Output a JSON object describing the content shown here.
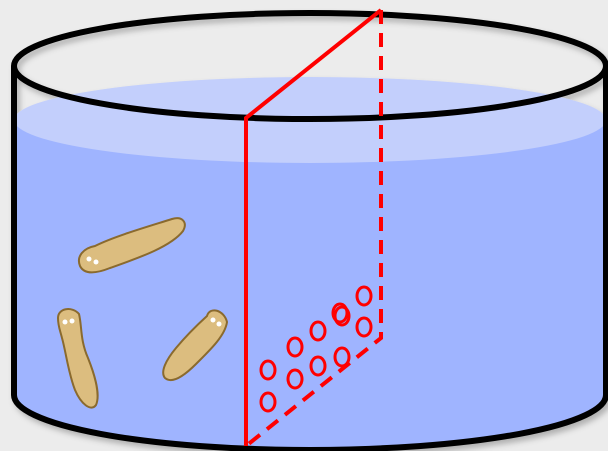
{
  "colors": {
    "background": "#ececec",
    "water": "#9fb4ff",
    "water_surface": "#c3cffc",
    "outline": "#000000",
    "divider": "#ff0000",
    "animal_fill": "#dcbd7f",
    "animal_outline": "#8a6a2e"
  },
  "scene": {
    "container": "cylindrical-tank",
    "contents": "water",
    "animals": [
      "planarian",
      "planarian",
      "planarian"
    ],
    "divider": "transparent-partition",
    "eggs_count": 11
  }
}
